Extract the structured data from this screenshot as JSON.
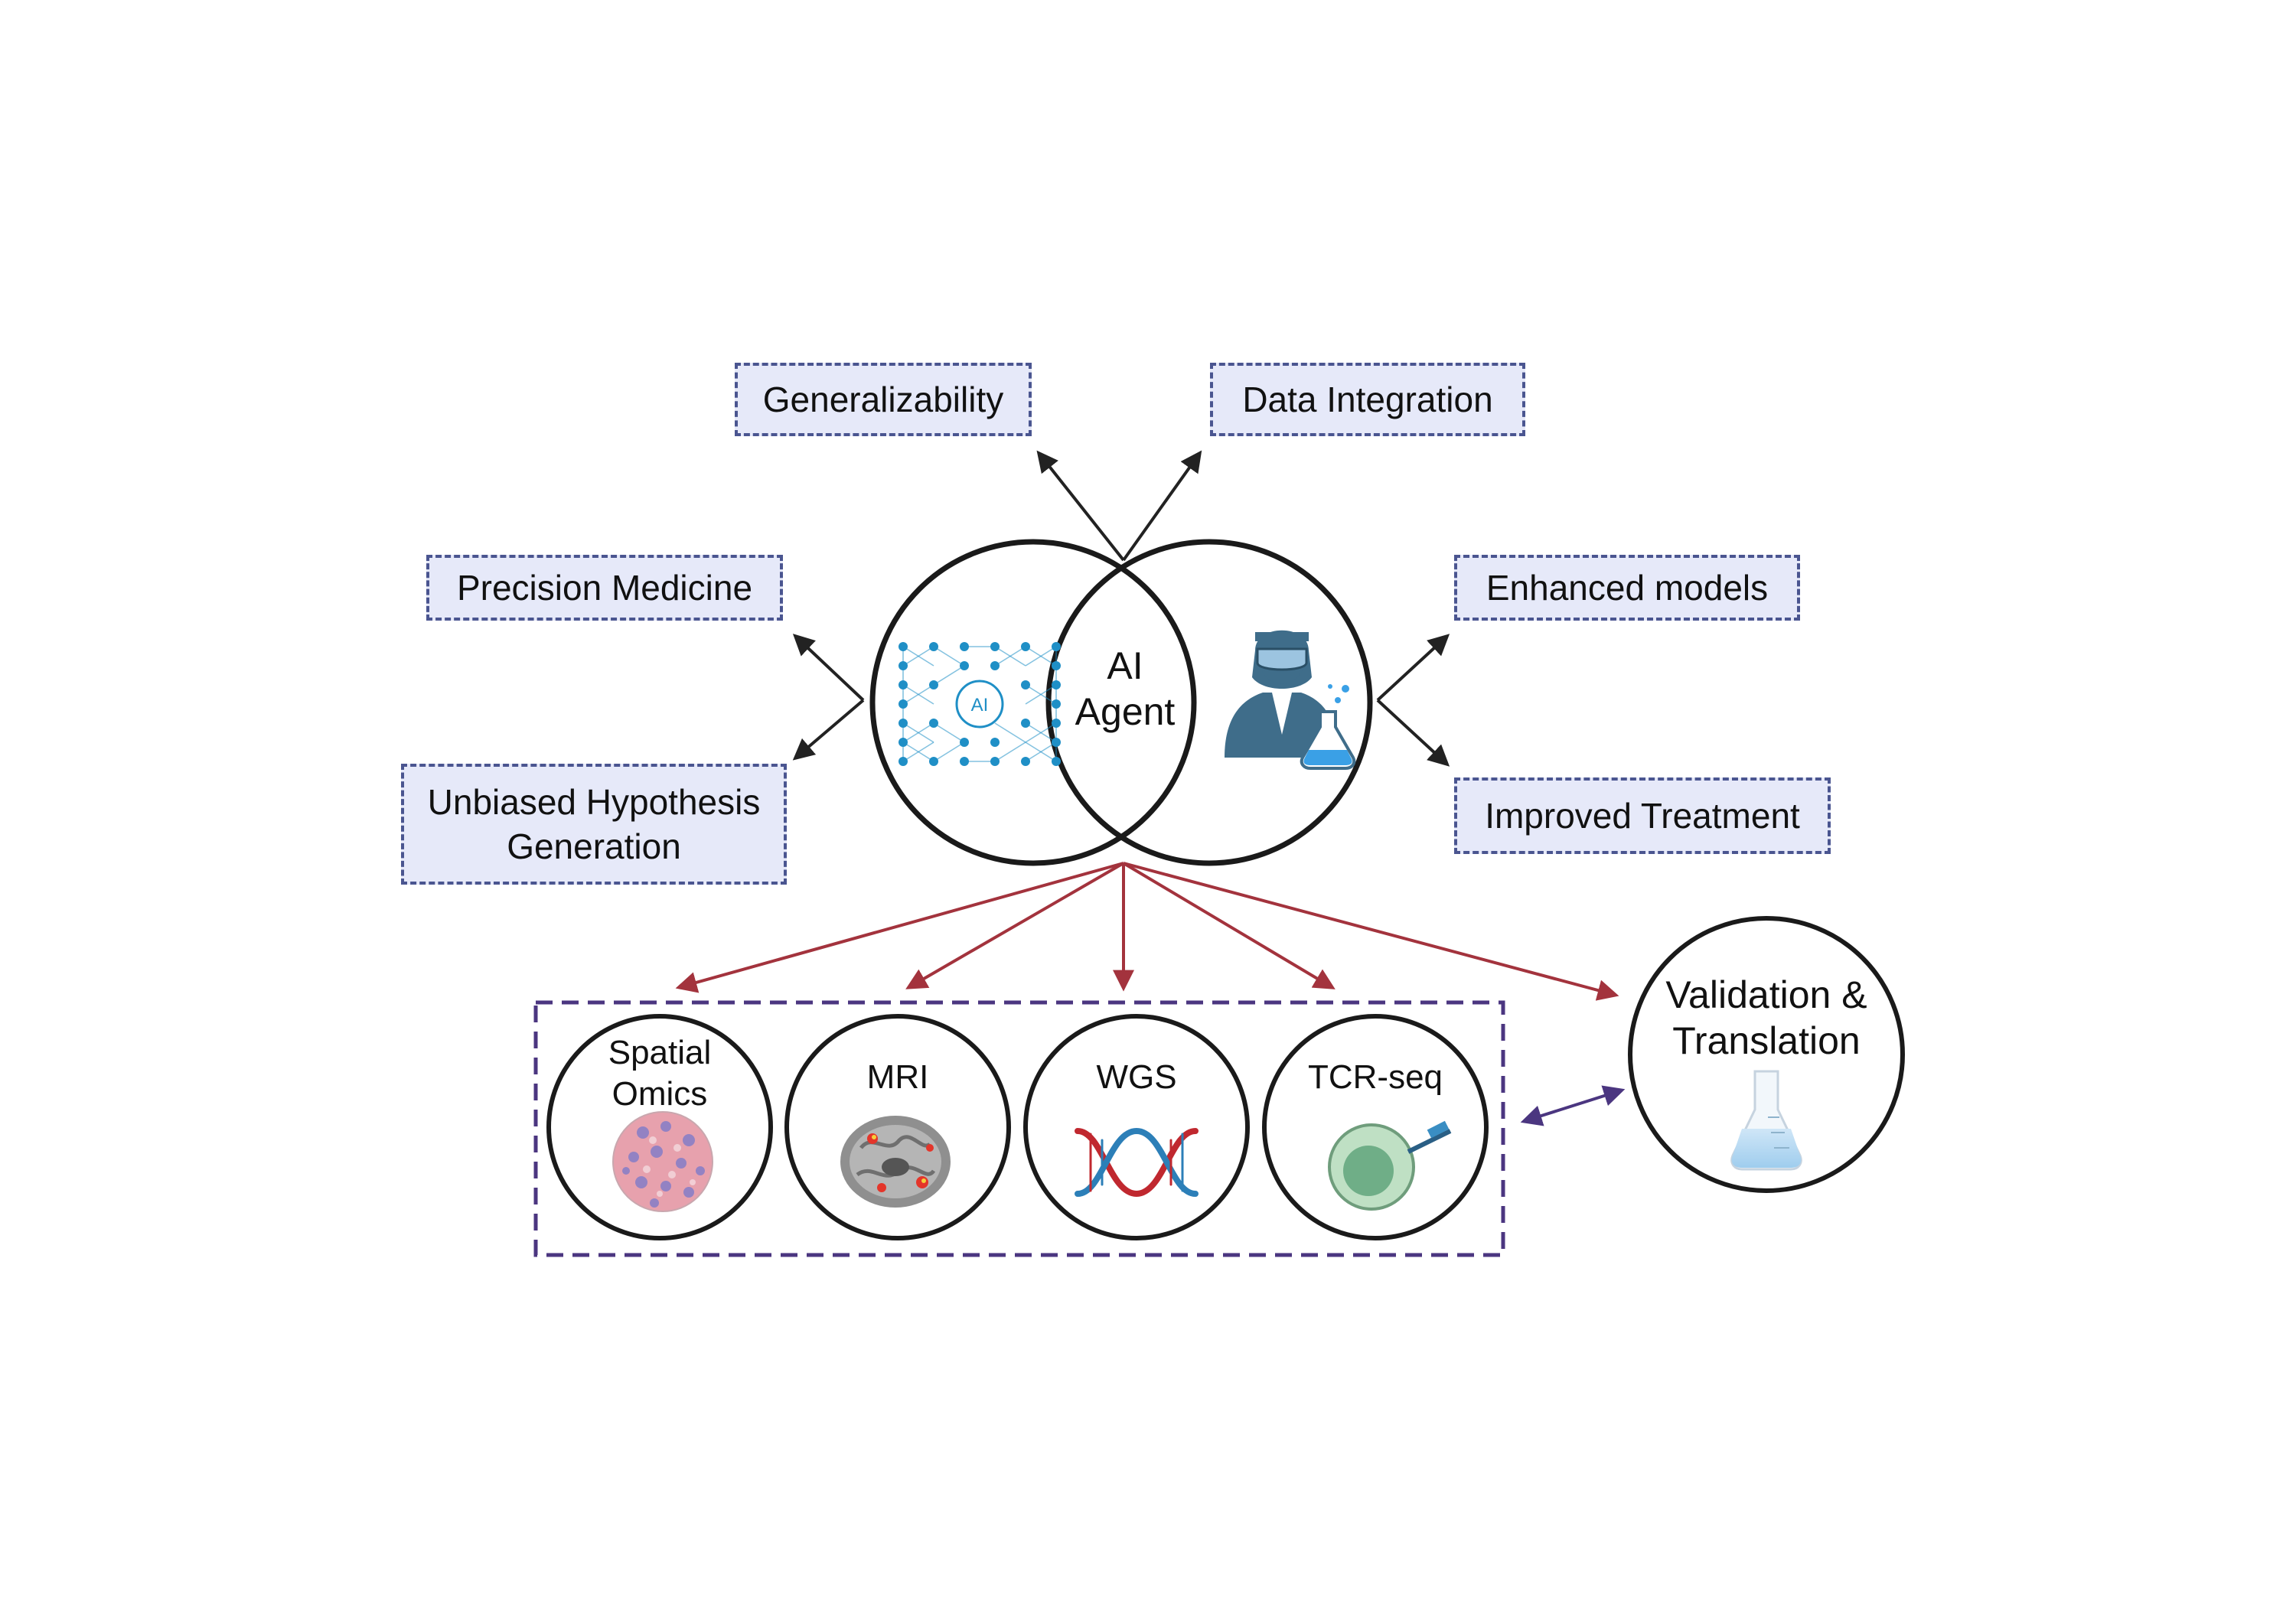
{
  "center": {
    "label": "AI\nAgent"
  },
  "outcomes": {
    "generalizability": "Generalizability",
    "data_integration": "Data Integration",
    "precision_medicine": "Precision Medicine",
    "unbiased_hypothesis": "Unbiased Hypothesis\nGeneration",
    "enhanced_models": "Enhanced models",
    "improved_treatment": "Improved Treatment"
  },
  "modalities": {
    "spatial_omics": "Spatial\nOmics",
    "mri": "MRI",
    "wgs": "WGS",
    "tcr_seq": "TCR-seq"
  },
  "validation": {
    "label": "Validation &\nTranslation"
  },
  "icons": {
    "left_circle": "neural-network-icon",
    "right_circle": "scientist-icon",
    "spatial_omics": "tissue-hexagon-icon",
    "mri": "brain-scan-icon",
    "wgs": "dna-helix-icon",
    "tcr_seq": "t-cell-icon",
    "validation": "flask-icon",
    "network_badge": "AI"
  },
  "colors": {
    "box_fill": "#e6e9f9",
    "box_border": "#4a5590",
    "black_arrow": "#222222",
    "red_arrow": "#a3333d",
    "purple_frame": "#4b3680",
    "network_blue": "#1f8fc6",
    "scientist_blue": "#3f6d8a"
  }
}
